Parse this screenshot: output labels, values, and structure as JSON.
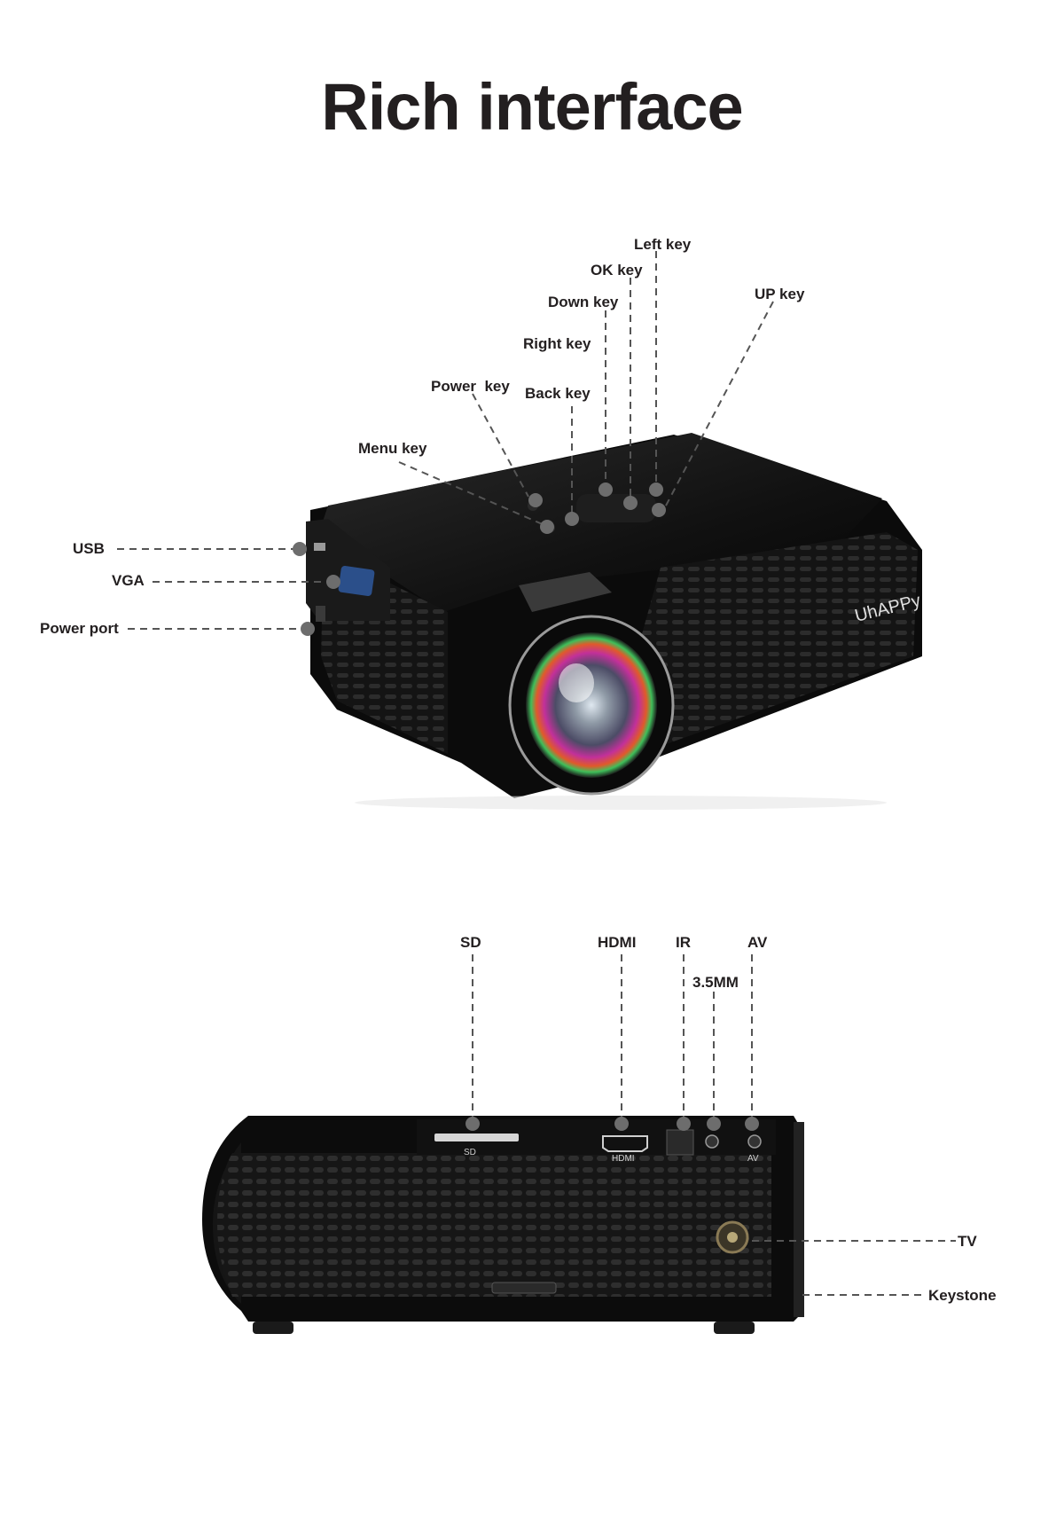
{
  "title": "Rich interface",
  "brand": "UhAPPy",
  "top_view": {
    "labels": {
      "left_key": "Left key",
      "ok_key": "OK key",
      "down_key": "Down key",
      "up_key": "UP key",
      "right_key": "Right key",
      "power_key": "Power  key",
      "back_key": "Back key",
      "menu_key": "Menu key",
      "usb": "USB",
      "vga": "VGA",
      "power_port": "Power port"
    }
  },
  "rear_view": {
    "labels": {
      "sd": "SD",
      "hdmi": "HDMI",
      "ir": "IR",
      "av": "AV",
      "mm35": "3.5MM",
      "tv": "TV",
      "keystone": "Keystone"
    },
    "port_marks": {
      "sd": "SD",
      "hdmi": "HDMI",
      "av": "AV"
    }
  }
}
